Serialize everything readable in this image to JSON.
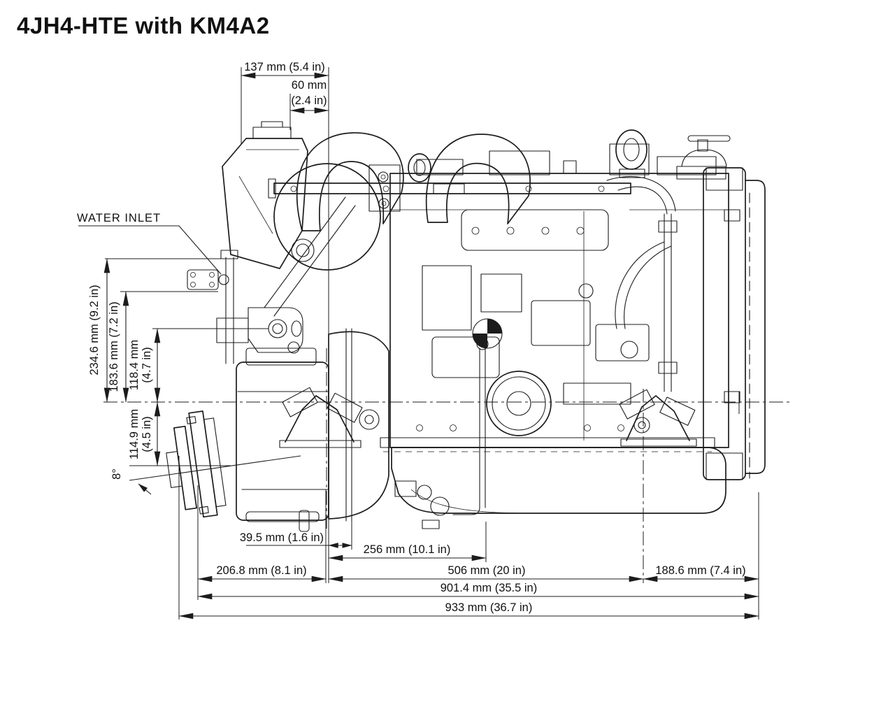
{
  "title": "4JH4-HTE with KM4A2",
  "colors": {
    "line": "#1c1c1c",
    "background": "#ffffff"
  },
  "diagram": {
    "type": "marine-engine-dimension-drawing",
    "view": "side-view line art of engine with KM4A2 marine gear",
    "callouts": {
      "water_inlet": "WATER INLET"
    },
    "dimensions": {
      "top_137": {
        "label": "137 mm (5.4 in)",
        "mm": 137,
        "inches": 5.4
      },
      "top_60": {
        "label": "60 mm",
        "label2": "(2.4 in)",
        "mm": 60,
        "inches": 2.4
      },
      "left_234_6": {
        "label": "234.6 mm (9.2 in)",
        "mm": 234.6,
        "inches": 9.2
      },
      "left_183_6": {
        "label": "183.6 mm (7.2 in)",
        "mm": 183.6,
        "inches": 7.2
      },
      "left_118_4": {
        "label": "118.4 mm",
        "label2": "(4.7 in)",
        "mm": 118.4,
        "inches": 4.7
      },
      "left_114_9": {
        "label": "114.9 mm",
        "label2": "(4.5 in)",
        "mm": 114.9,
        "inches": 4.5
      },
      "angle_8": {
        "label": "8°",
        "degrees": 8
      },
      "bottom_39_5": {
        "label": "39.5 mm (1.6 in)",
        "mm": 39.5,
        "inches": 1.6
      },
      "bottom_256": {
        "label": "256 mm (10.1 in)",
        "mm": 256,
        "inches": 10.1
      },
      "bottom_206_8": {
        "label": "206.8 mm (8.1 in)",
        "mm": 206.8,
        "inches": 8.1
      },
      "bottom_506": {
        "label": "506 mm (20 in)",
        "mm": 506,
        "inches": 20
      },
      "bottom_188_6": {
        "label": "188.6 mm (7.4 in)",
        "mm": 188.6,
        "inches": 7.4
      },
      "bottom_901_4": {
        "label": "901.4 mm (35.5 in)",
        "mm": 901.4,
        "inches": 35.5
      },
      "bottom_933": {
        "label": "933 mm (36.7 in)",
        "mm": 933,
        "inches": 36.7
      }
    }
  }
}
